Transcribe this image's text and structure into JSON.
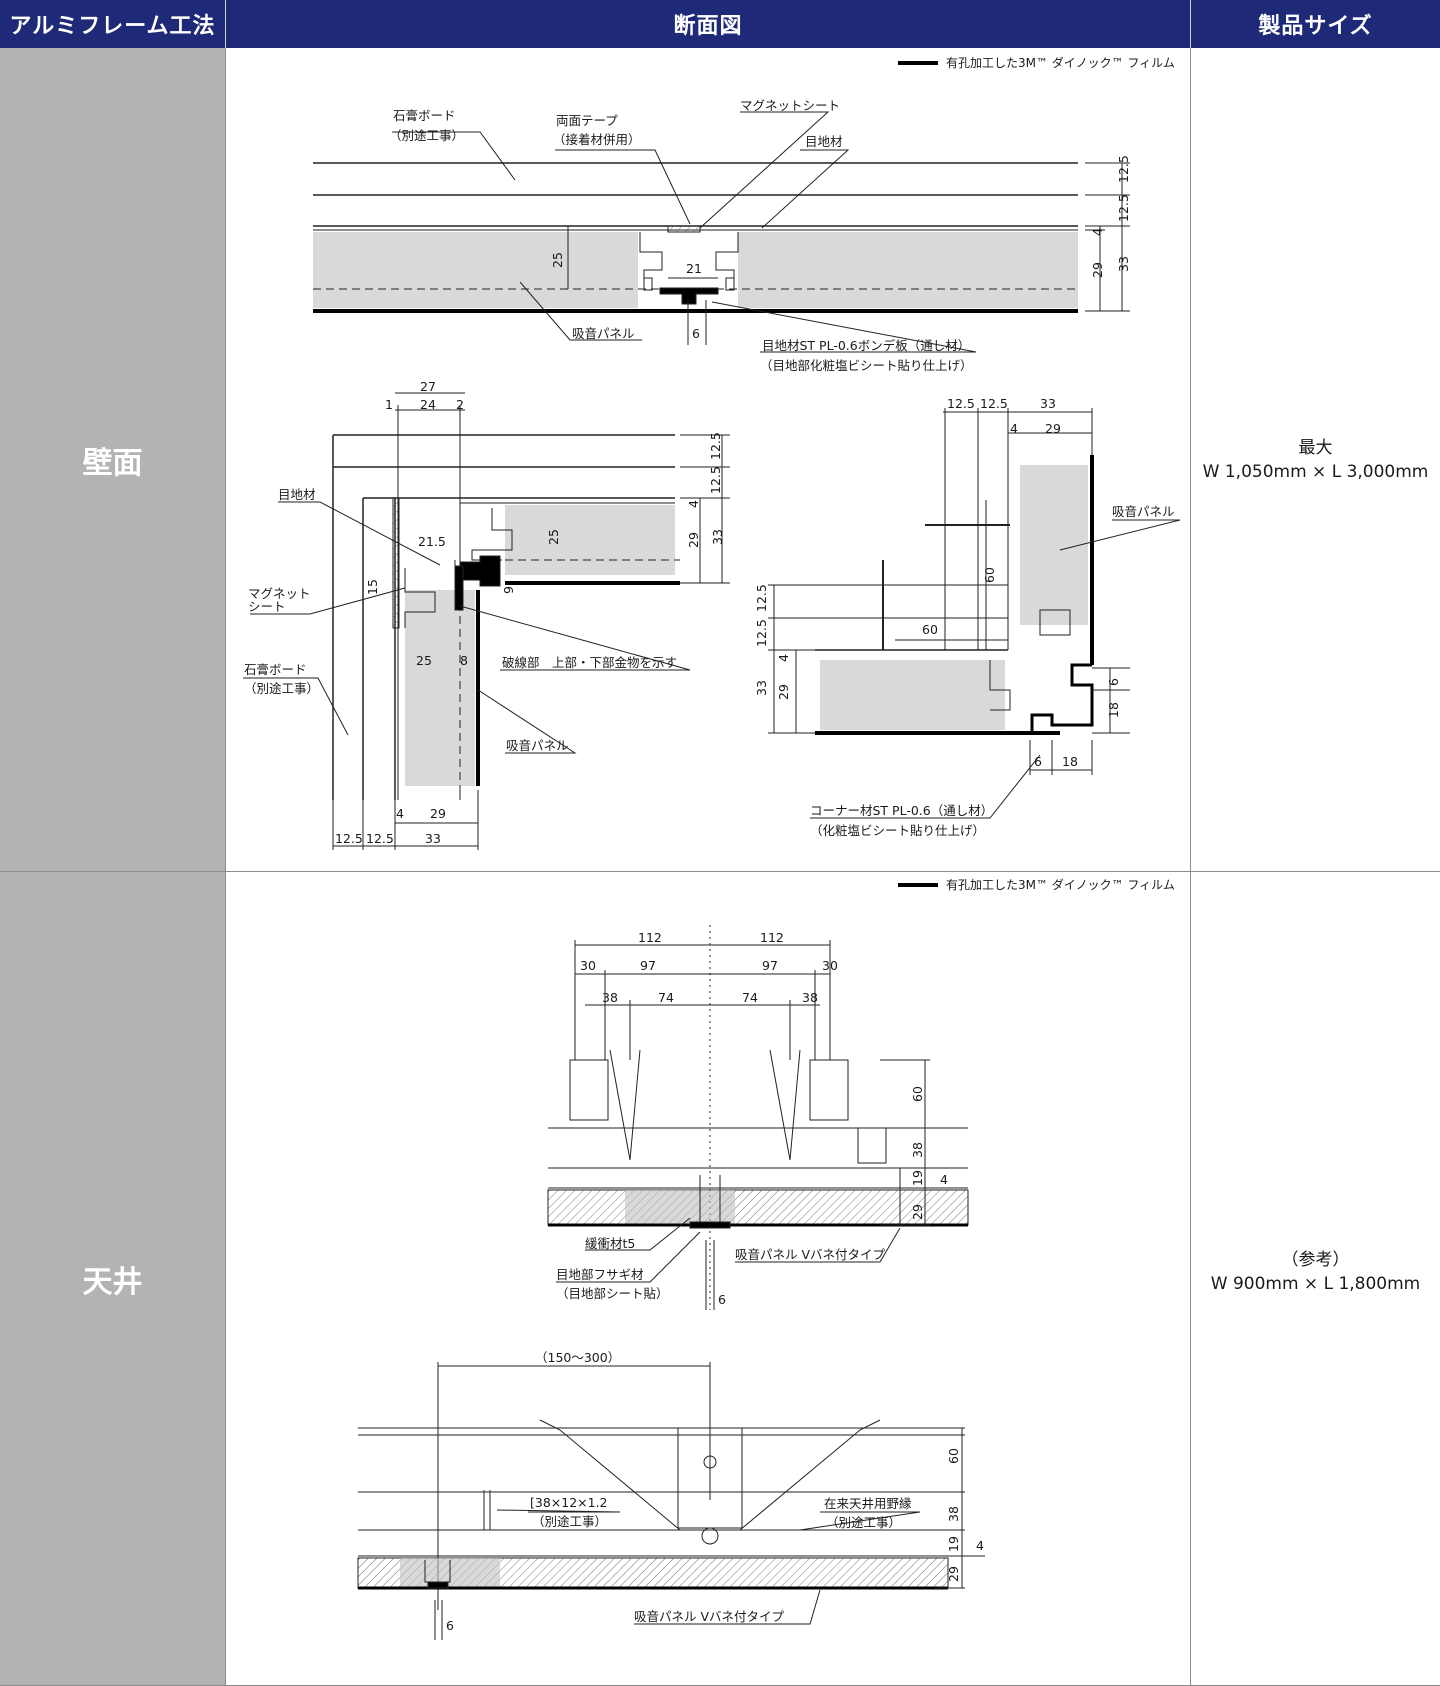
{
  "header": {
    "method": "アルミフレーム工法",
    "section": "断面図",
    "size": "製品サイズ"
  },
  "legend": "有孔加工した3M™ ダイノック™ フィルム",
  "rows": [
    {
      "label": "壁面",
      "size_line1": "最大",
      "size_line2": "W 1,050mm × L 3,000mm"
    },
    {
      "label": "天井",
      "size_line1": "（参考）",
      "size_line2": "W 900mm × L 1,800mm"
    }
  ],
  "wall_top": {
    "labels": {
      "gypsum": "石膏ボード",
      "gypsum_sub": "（別途工事）",
      "tape": "両面テープ",
      "tape_sub": "（接着材併用）",
      "magnet": "マグネットシート",
      "joint": "目地材",
      "panel": "吸音パネル",
      "joint_st": "目地材ST PL-0.6ボンデ板（通し材）",
      "joint_st_sub": "（目地部化粧塩ビシート貼り仕上げ）"
    },
    "dims": [
      "12.5",
      "12.5",
      "4",
      "29",
      "33",
      "25",
      "21",
      "6"
    ]
  },
  "wall_corner_in": {
    "labels": {
      "joint": "目地材",
      "magnet1": "マグネット",
      "magnet2": "シート",
      "gypsum": "石膏ボード",
      "gypsum_sub": "（別途工事）",
      "dashed": "破線部　上部・下部金物を示す",
      "panel": "吸音パネル"
    },
    "dims": [
      "27",
      "1",
      "24",
      "2",
      "12.5",
      "12.5",
      "4",
      "29",
      "33",
      "25",
      "21.5",
      "6",
      "15",
      "25",
      "8",
      "4",
      "29",
      "12.5",
      "12.5",
      "33"
    ]
  },
  "wall_corner_out": {
    "labels": {
      "panel": "吸音パネル",
      "corner": "コーナー材ST PL-0.6（通し材）",
      "corner_sub": "（化粧塩ビシート貼り仕上げ）"
    },
    "dims": [
      "12.5",
      "12.5",
      "33",
      "4",
      "29",
      "60",
      "60",
      "12.5",
      "12.5",
      "4",
      "33",
      "29",
      "6",
      "18",
      "6",
      "18"
    ]
  },
  "ceiling_top": {
    "labels": {
      "cushion": "緩衝材t5",
      "panel_v": "吸音パネル Vバネ付タイプ",
      "joint_fusagi": "目地部フサギ材",
      "joint_sheet": "（目地部シート貼）"
    },
    "dims": [
      "112",
      "112",
      "30",
      "97",
      "97",
      "30",
      "38",
      "74",
      "74",
      "38",
      "60",
      "38",
      "19",
      "4",
      "29",
      "6"
    ]
  },
  "ceiling_bottom": {
    "labels": {
      "range": "（150〜300）",
      "channel": "[38×12×1.2",
      "channel_sub": "（別途工事）",
      "hanger": "在来天井用野縁",
      "hanger_sub": "（別途工事）",
      "panel_v": "吸音パネル Vバネ付タイプ"
    },
    "dims": [
      "60",
      "38",
      "19",
      "4",
      "29",
      "6"
    ]
  }
}
